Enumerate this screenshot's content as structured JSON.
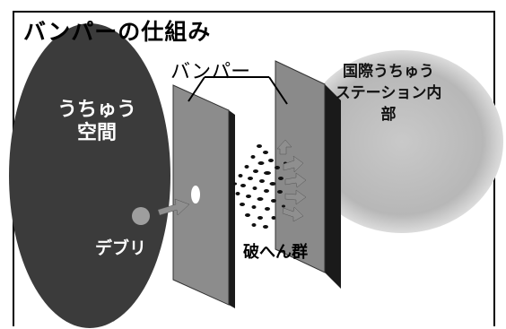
{
  "title": "バンパーの仕組み",
  "labels": {
    "bumper": "バンパー",
    "space": "うちゅう空間",
    "station": "国際うちゅうステーション内部",
    "debris": "デブリ",
    "fragments": "破へん群"
  },
  "colors": {
    "space": "#3b3b3b",
    "station": "#bdbdbd",
    "bumper_panel": "#8c8c8c",
    "station_wall": "#8a8a8a",
    "debris": "#9e9e9e",
    "arrow": "#8f8f8f"
  }
}
